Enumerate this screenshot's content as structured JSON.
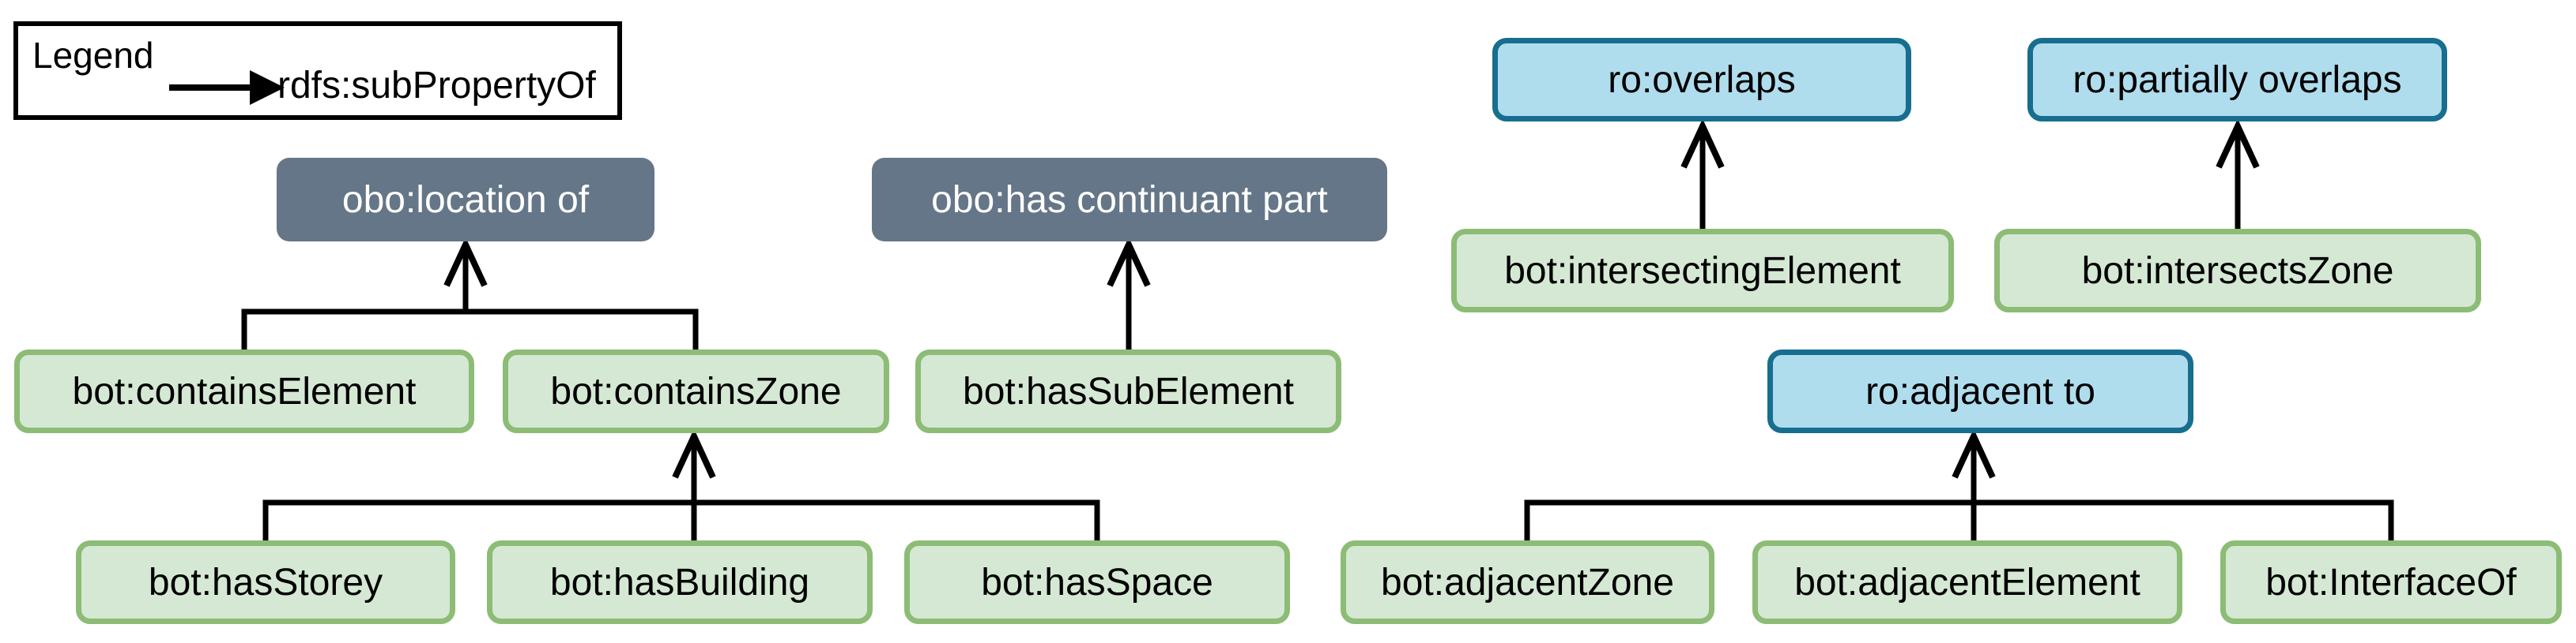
{
  "legend": {
    "title": "Legend",
    "arrow_label": "rdfs:subPropertyOf"
  },
  "nodes": {
    "location_of": {
      "label": "obo:location of",
      "type": "obo"
    },
    "has_continuant_part": {
      "label": "obo:has continuant part",
      "type": "obo"
    },
    "overlaps": {
      "label": "ro:overlaps",
      "type": "ro"
    },
    "partially_overlaps": {
      "label": "ro:partially overlaps",
      "type": "ro"
    },
    "adjacent_to": {
      "label": "ro:adjacent to",
      "type": "ro"
    },
    "intersecting_element": {
      "label": "bot:intersectingElement",
      "type": "bot"
    },
    "intersects_zone": {
      "label": "bot:intersectsZone",
      "type": "bot"
    },
    "contains_element": {
      "label": "bot:containsElement",
      "type": "bot"
    },
    "contains_zone": {
      "label": "bot:containsZone",
      "type": "bot"
    },
    "has_sub_element": {
      "label": "bot:hasSubElement",
      "type": "bot"
    },
    "has_storey": {
      "label": "bot:hasStorey",
      "type": "bot"
    },
    "has_building": {
      "label": "bot:hasBuilding",
      "type": "bot"
    },
    "has_space": {
      "label": "bot:hasSpace",
      "type": "bot"
    },
    "adjacent_zone": {
      "label": "bot:adjacentZone",
      "type": "bot"
    },
    "adjacent_element": {
      "label": "bot:adjacentElement",
      "type": "bot"
    },
    "interface_of": {
      "label": "bot:InterfaceOf",
      "type": "bot"
    }
  },
  "edges": [
    {
      "from": "bot:containsElement",
      "to": "obo:location of",
      "relation": "rdfs:subPropertyOf"
    },
    {
      "from": "bot:containsZone",
      "to": "obo:location of",
      "relation": "rdfs:subPropertyOf"
    },
    {
      "from": "bot:hasSubElement",
      "to": "obo:has continuant part",
      "relation": "rdfs:subPropertyOf"
    },
    {
      "from": "bot:intersectingElement",
      "to": "ro:overlaps",
      "relation": "rdfs:subPropertyOf"
    },
    {
      "from": "bot:intersectsZone",
      "to": "ro:partially overlaps",
      "relation": "rdfs:subPropertyOf"
    },
    {
      "from": "bot:hasStorey",
      "to": "bot:containsZone",
      "relation": "rdfs:subPropertyOf"
    },
    {
      "from": "bot:hasBuilding",
      "to": "bot:containsZone",
      "relation": "rdfs:subPropertyOf"
    },
    {
      "from": "bot:hasSpace",
      "to": "bot:containsZone",
      "relation": "rdfs:subPropertyOf"
    },
    {
      "from": "bot:adjacentZone",
      "to": "ro:adjacent to",
      "relation": "rdfs:subPropertyOf"
    },
    {
      "from": "bot:adjacentElement",
      "to": "ro:adjacent to",
      "relation": "rdfs:subPropertyOf"
    },
    {
      "from": "bot:InterfaceOf",
      "to": "ro:adjacent to",
      "relation": "rdfs:subPropertyOf"
    }
  ],
  "colors": {
    "bot_fill": "#d5e8d4",
    "bot_border": "#8cbc75",
    "ro_fill": "#b0ddee",
    "ro_border": "#176e8e",
    "obo_fill": "#647687",
    "obo_text": "#ffffff",
    "edge": "#000000",
    "background": "#ffffff"
  }
}
